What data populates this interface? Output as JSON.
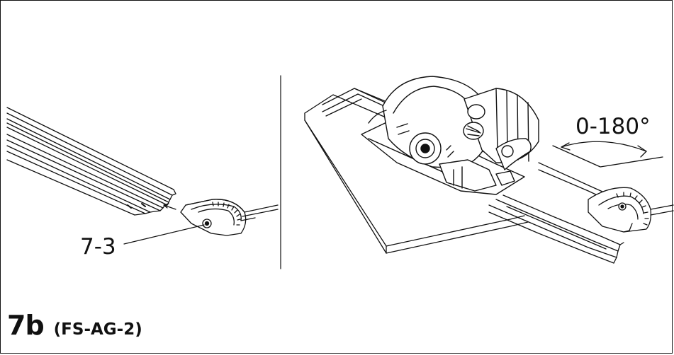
{
  "figure": {
    "number": "7b",
    "model": "(FS-AG-2)"
  },
  "callouts": {
    "part_ref": "7-3",
    "angle_range": "0-180°"
  },
  "colors": {
    "line": "#111111",
    "background": "#ffffff"
  },
  "icons": {
    "left_panel": "guide-rail-end-with-angle-stop",
    "right_panel": "circular-saw-on-guide-rail",
    "angle_arrow": "double-headed-arc-arrow"
  }
}
